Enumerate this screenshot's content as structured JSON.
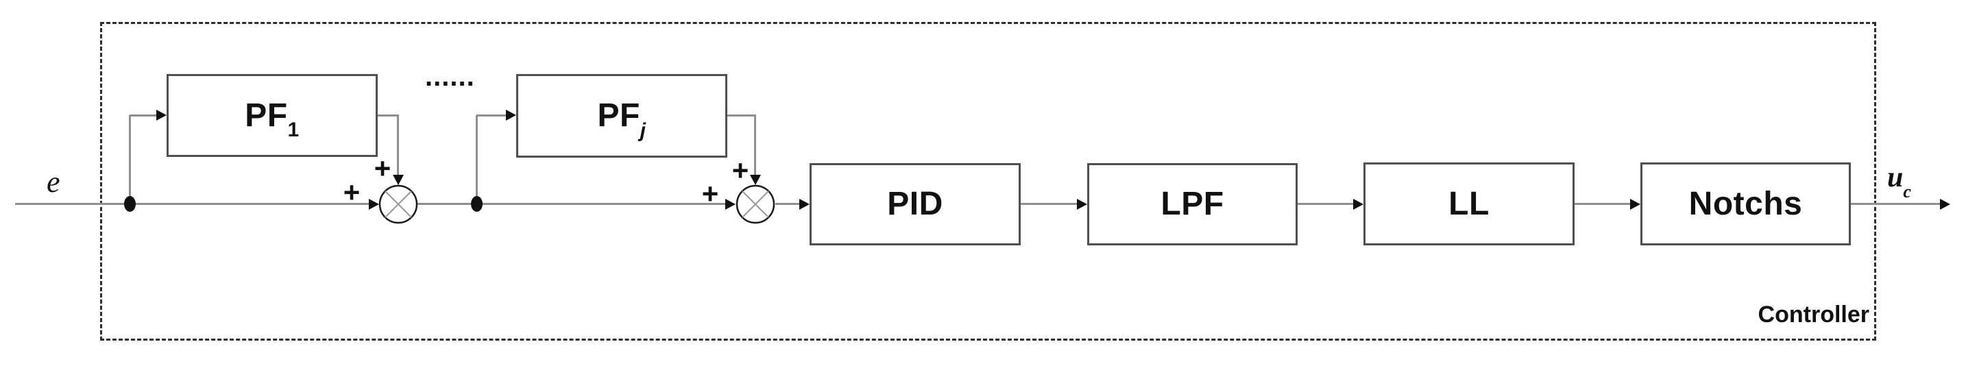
{
  "diagram": {
    "container_label": "Controller",
    "input_label": "e",
    "output_label": "u",
    "output_sub": "c",
    "ellipsis": "......",
    "plus": "+",
    "blocks": [
      {
        "label": "PF",
        "sub": "1"
      },
      {
        "label": "PF",
        "sub": "j"
      },
      {
        "label": "PID"
      },
      {
        "label": "LPF"
      },
      {
        "label": "LL"
      },
      {
        "label": "Notchs"
      }
    ],
    "colors": {
      "line": "#8f8f8f",
      "box_border": "#4f4f4f",
      "ink": "#111111"
    }
  }
}
